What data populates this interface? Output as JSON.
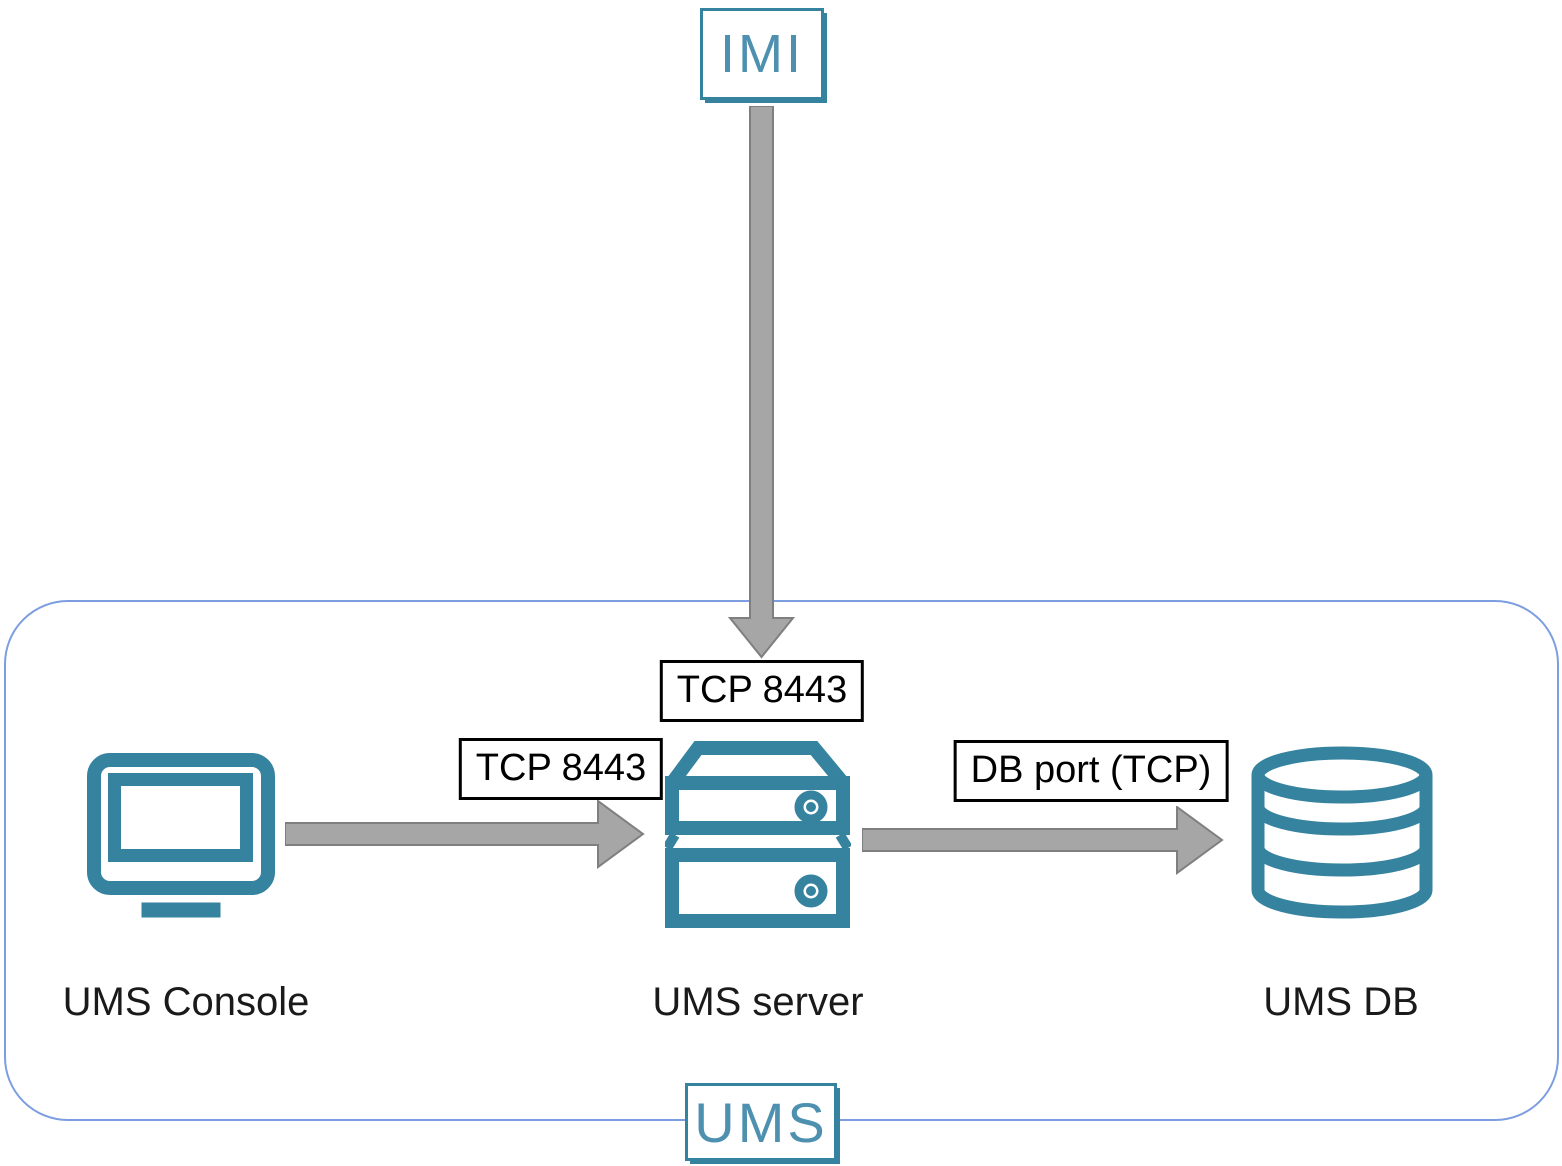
{
  "colors": {
    "teal": "#35839E",
    "teal_text": "#4E90B0",
    "group_border": "#7C9EE0",
    "arrow_fill": "#A6A6A6",
    "arrow_stroke": "#7F7F7F",
    "label_border": "#000000",
    "label_text": "#000000",
    "node_label_text": "#1A1A1A",
    "background": "#FFFFFF"
  },
  "external": {
    "imi": {
      "label": "IMI",
      "icon": "imi-tag-box"
    }
  },
  "group": {
    "label": "UMS"
  },
  "nodes": [
    {
      "id": "ums-console",
      "label": "UMS Console",
      "icon": "monitor-icon"
    },
    {
      "id": "ums-server",
      "label": "UMS server",
      "icon": "server-stack-icon"
    },
    {
      "id": "ums-db",
      "label": "UMS DB",
      "icon": "database-icon"
    }
  ],
  "connections": [
    {
      "from": "IMI",
      "to": "UMS server",
      "label": "TCP 8443",
      "direction": "down"
    },
    {
      "from": "UMS Console",
      "to": "UMS server",
      "label": "TCP 8443",
      "direction": "right"
    },
    {
      "from": "UMS server",
      "to": "UMS DB",
      "label": "DB port (TCP)",
      "direction": "right"
    }
  ]
}
